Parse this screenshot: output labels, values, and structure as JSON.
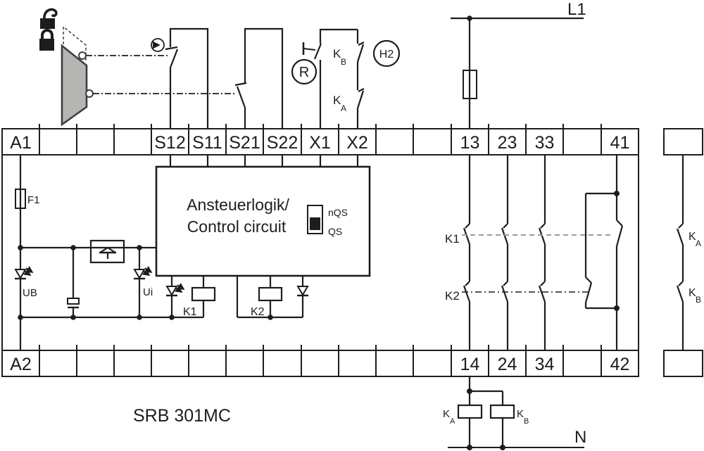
{
  "diagram": {
    "product": "SRB 301MC",
    "supply": {
      "line": "L1",
      "neutral": "N"
    },
    "control_box": {
      "title_de": "Ansteuerlogik/",
      "title_en": "Control circuit",
      "mode_top": "nQS",
      "mode_bottom": "QS"
    },
    "components": {
      "internal_fuse": "F1",
      "led_supply": "UB",
      "led_internal": "Ui",
      "relay_k1": "K1",
      "relay_k2": "K2",
      "reset_button": "R",
      "lamp": "H2",
      "contactor_a": {
        "base": "K",
        "sub": "A"
      },
      "contactor_b": {
        "base": "K",
        "sub": "B"
      }
    },
    "contact_rows": {
      "k1": "K1",
      "k2": "K2"
    },
    "terminals": {
      "top": [
        "A1",
        "",
        "",
        "",
        "S12",
        "S11",
        "S21",
        "S22",
        "X1",
        "X2",
        "",
        "",
        "13",
        "23",
        "33",
        "",
        "41"
      ],
      "bottom": [
        "A2",
        "",
        "",
        "",
        "",
        "",
        "",
        "",
        "",
        "",
        "",
        "",
        "14",
        "24",
        "34",
        "",
        "42"
      ]
    }
  }
}
